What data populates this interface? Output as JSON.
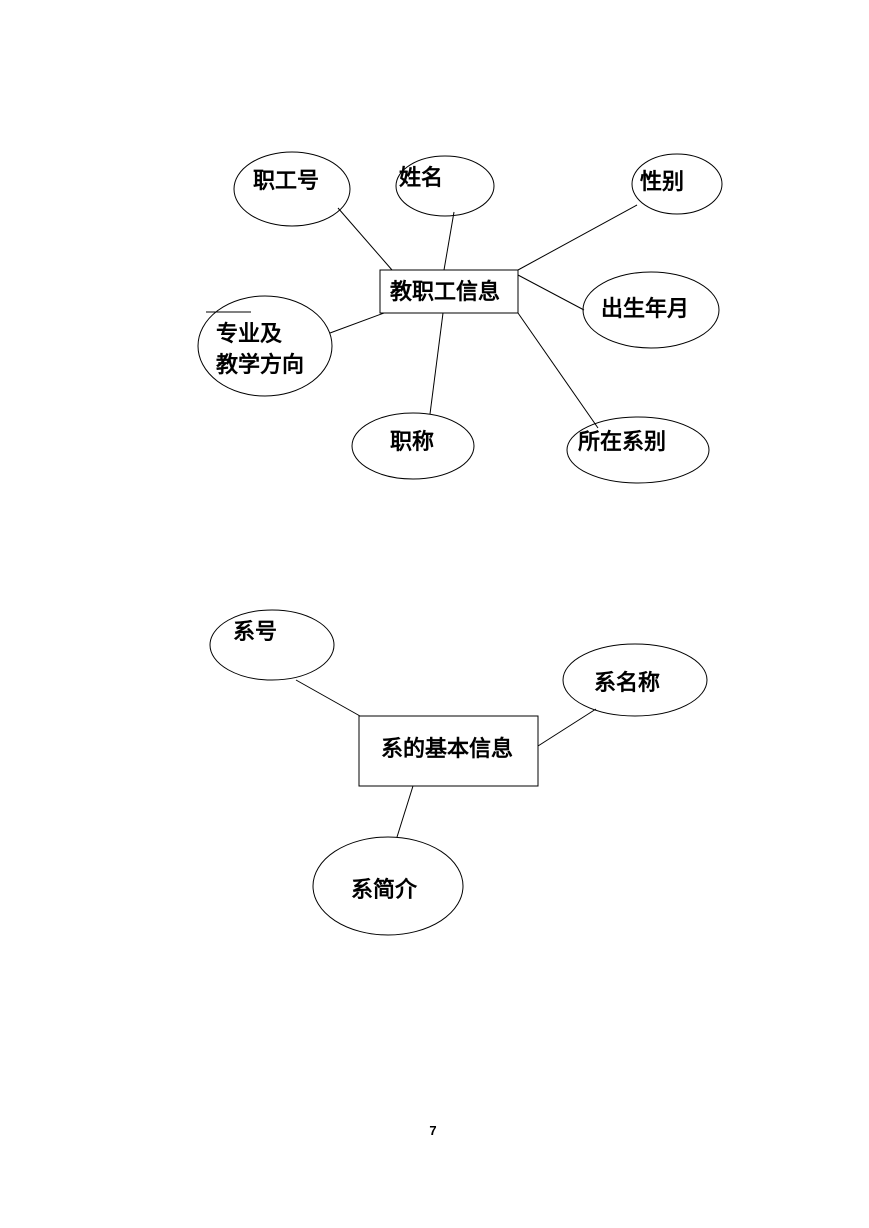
{
  "diagram1": {
    "entity": "教职工信息",
    "attributes": {
      "staff_id": "职工号",
      "name": "姓名",
      "gender": "性别",
      "birth": "出生年月",
      "major_line1": "专业及",
      "major_line2": "教学方向",
      "title": "职称",
      "department": "所在系别"
    }
  },
  "diagram2": {
    "entity": "系的基本信息",
    "attributes": {
      "dept_id": "系号",
      "dept_name": "系名称",
      "dept_intro": "系简介"
    }
  },
  "footer": {
    "page_number": "7"
  }
}
